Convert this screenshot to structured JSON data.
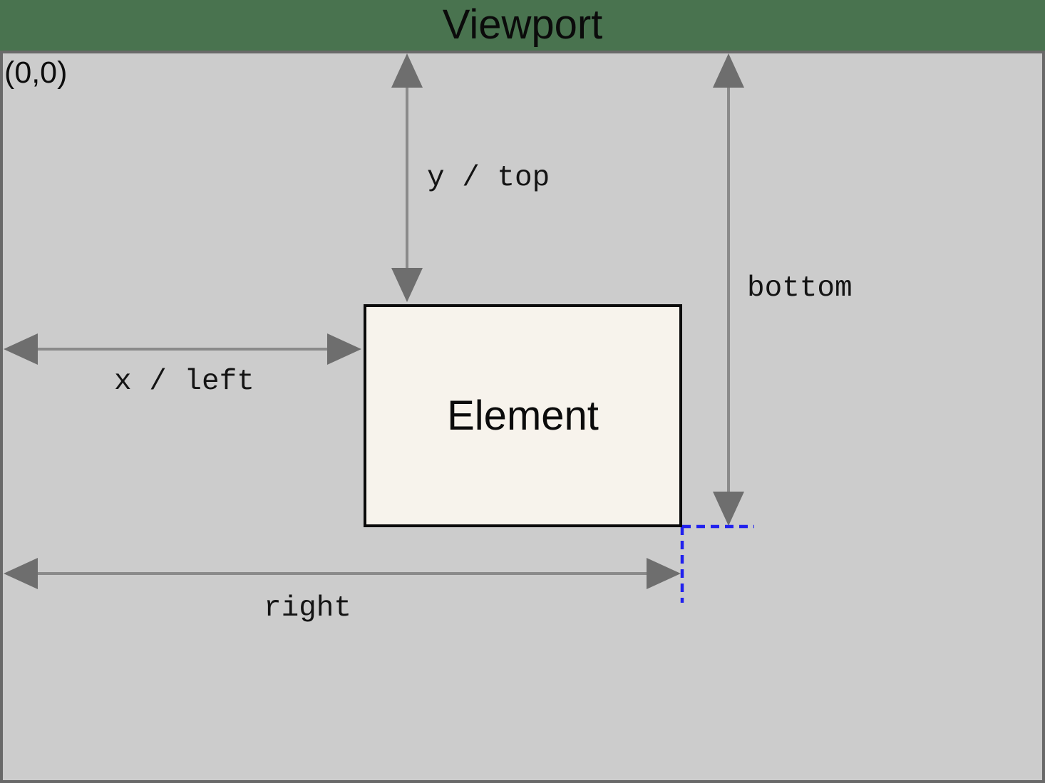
{
  "title": "Viewport",
  "viewport": {
    "origin_label": "(0,0)"
  },
  "element": {
    "label": "Element"
  },
  "annotations": {
    "y_top_label": "y / top",
    "bottom_label": "bottom",
    "x_left_label": "x / left",
    "right_label": "right"
  },
  "colors": {
    "background_green": "#49734f",
    "viewport_fill": "#cccccc",
    "viewport_border": "#696969",
    "element_fill": "#f7f3ec",
    "element_border": "#0a0a0a",
    "arrow_gray": "#6e6e6e",
    "guide_blue": "#2121ee",
    "text_black": "#0b0b0b"
  }
}
